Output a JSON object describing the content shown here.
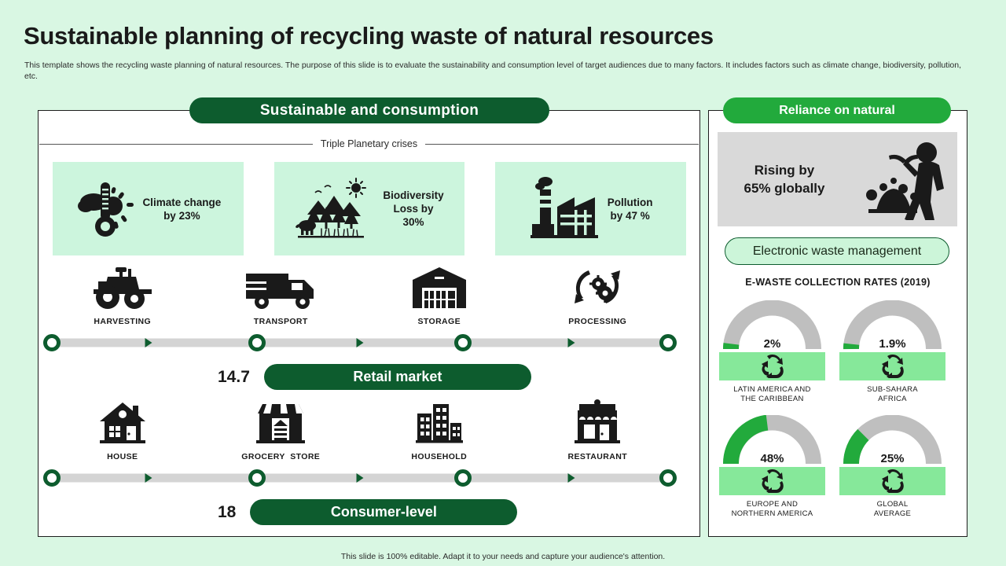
{
  "page": {
    "title": "Sustainable planning of recycling waste of natural resources",
    "subtitle": "This template shows the recycling waste planning of natural resources. The purpose of this slide is to evaluate the sustainability and consumption level of target audiences due to many factors. It includes factors such as climate change, biodiversity, pollution, etc.",
    "footer": "This slide is 100% editable. Adapt it to your needs and capture your audience's attention.",
    "background_color": "#d9f7e3"
  },
  "colors": {
    "dark_green": "#0d5c2e",
    "bright_green": "#22aa3c",
    "soft_green": "#ccf5d9",
    "card_green": "#ccf5dd",
    "recycle_green": "#86e89a",
    "gray_track": "#d4d4d4",
    "gray_box": "#d9d9d9"
  },
  "left_panel": {
    "header": "Sustainable and consumption",
    "crises_legend": "Triple Planetary crises",
    "crises": [
      {
        "icon": "climate-thermometer-cloud-sun-icon",
        "label": "Climate change\nby 23%",
        "metric": "23%"
      },
      {
        "icon": "biodiversity-forest-animals-icon",
        "label": "Biodiversity\nLoss by\n30%",
        "metric": "30%"
      },
      {
        "icon": "pollution-factory-smokestack-icon",
        "label": "Pollution\nby 47 %",
        "metric": "47 %"
      }
    ],
    "processes": [
      {
        "steps": [
          {
            "icon": "tractor-icon",
            "label": "HARVESTING"
          },
          {
            "icon": "truck-icon",
            "label": "TRANSPORT"
          },
          {
            "icon": "warehouse-icon",
            "label": "STORAGE"
          },
          {
            "icon": "gears-recycle-icon",
            "label": "PROCESSING"
          }
        ],
        "value": "14.7",
        "stage_label": "Retail market"
      },
      {
        "steps": [
          {
            "icon": "house-icon",
            "label": "HOUSE"
          },
          {
            "icon": "grocery-store-icon",
            "label": "GROCERY  STORE"
          },
          {
            "icon": "household-buildings-icon",
            "label": "HOUSEHOLD"
          },
          {
            "icon": "restaurant-icon",
            "label": "RESTAURANT"
          }
        ],
        "value": "18",
        "stage_label": "Consumer-level"
      }
    ]
  },
  "right_panel": {
    "header": "Reliance on natural",
    "rising_text": "Rising by\n65% globally",
    "rising_icon": "miner-pickaxe-icon",
    "ewaste_header": "Electronic waste management",
    "ewaste_title": "E-WASTE COLLECTION RATES (2019)"
  },
  "chart_data": {
    "type": "gauge",
    "title": "E-WASTE COLLECTION RATES (2019)",
    "unit": "%",
    "range": [
      0,
      100
    ],
    "categories": [
      "LATIN AMERICA  AND\nTHE  CARIBBEAN",
      "SUB-SAHARA\nAFRICA",
      "EUROPE  AND\nNORTHERN  AMERICA",
      "GLOBAL\nAVERAGE"
    ],
    "values": [
      2,
      1.9,
      48,
      25
    ],
    "labels": [
      "2%",
      "1.9%",
      "48%",
      "25%"
    ],
    "filled_color": "#22aa3c",
    "track_color": "#bfbfbf"
  }
}
